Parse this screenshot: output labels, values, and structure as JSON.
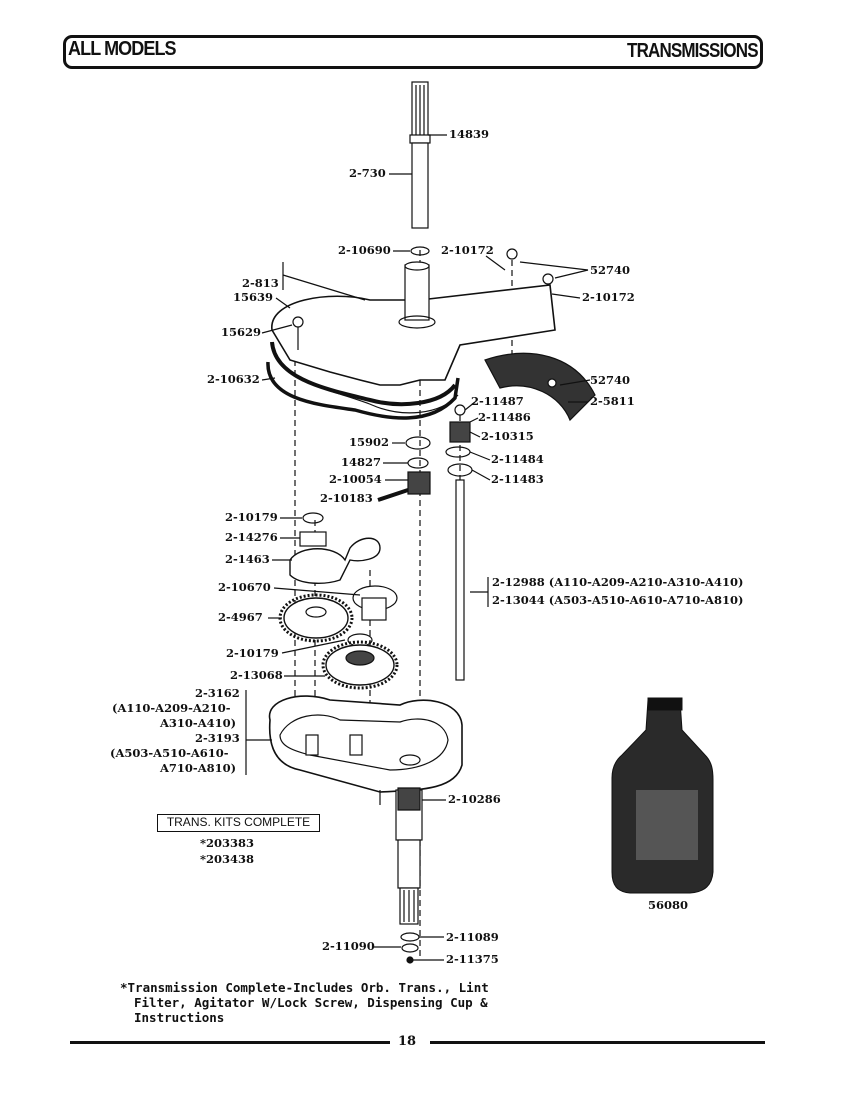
{
  "header": {
    "left": "ALL MODELS",
    "right": "TRANSMISSIONS"
  },
  "labels": {
    "p14839": "14839",
    "p2730": "2-730",
    "p210690": "2-10690",
    "p210172a": "2-10172",
    "p52740a": "52740",
    "p210172b": "2-10172",
    "p2813": "2-813",
    "p15639": "15639",
    "p15629": "15629",
    "p210632": "2-10632",
    "p52740b": "52740",
    "p211487": "2-11487",
    "p25811": "2-5811",
    "p211486": "2-11486",
    "p210315": "2-10315",
    "p15902": "15902",
    "p14827": "14827",
    "p211484": "2-11484",
    "p210054": "2-10054",
    "p211483": "2-11483",
    "p210183": "2-10183",
    "p210179a": "2-10179",
    "p214276": "2-14276",
    "p21463": "2-1463",
    "p210670": "2-10670",
    "p212988": "2-12988 (A110-A209-A210-A310-A410)",
    "p213044": "2-13044 (A503-A510-A610-A710-A810)",
    "p24967": "2-4967",
    "p210179b": "2-10179",
    "p213068": "2-13068",
    "p23162_1": "2-3162",
    "p23162_2": "(A110-A209-A210-",
    "p23162_3": "A310-A410)",
    "p23193_1": "2-3193",
    "p23193_2": "(A503-A510-A610-",
    "p23193_3": "A710-A810)",
    "p210286": "2-10286",
    "p56080": "56080",
    "p211089": "2-11089",
    "p211090": "2-11090",
    "p211375": "2-11375"
  },
  "kits": {
    "title": "TRANS. KITS COMPLETE",
    "kit1": "*203383",
    "kit2": "*203438"
  },
  "note": {
    "line1": "*Transmission Complete-Includes Orb. Trans., Lint",
    "line2": "Filter, Agitator W/Lock Screw, Dispensing Cup &",
    "line3": "Instructions"
  },
  "page_number": "18"
}
